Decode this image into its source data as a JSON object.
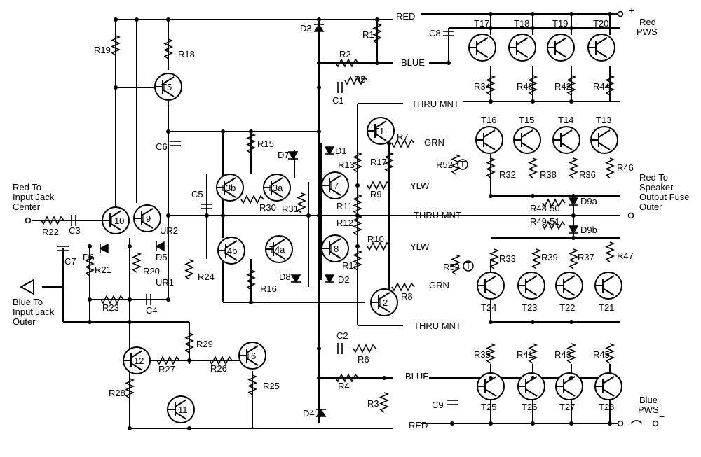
{
  "labels": {
    "red_pws": "Red",
    "red_pws2": "PWS",
    "blue_pws": "Blue",
    "blue_pws2": "PWS",
    "plus": "+",
    "minus": "−",
    "red_to_input_1": "Red To",
    "red_to_input_2": "Input Jack",
    "red_to_input_3": "Center",
    "blue_to_input_1": "Blue To",
    "blue_to_input_2": "Input Jack",
    "blue_to_input_3": "Outer",
    "red_to_spk_1": "Red To",
    "red_to_spk_2": "Speaker",
    "red_to_spk_3": "Output Fuse",
    "red_to_spk_4": "Outer"
  },
  "rails": {
    "red_top": "RED",
    "blue_top": "BLUE",
    "thru_mnt_1": "THRU MNT",
    "grn_top": "GRN",
    "ylw_top": "YLW",
    "thru_mnt_2": "THRU MNT",
    "ylw_bottom": "YLW",
    "grn_bottom": "GRN",
    "thru_mnt_3": "THRU MNT",
    "blue_bottom": "BLUE",
    "red_bottom": "RED"
  },
  "transistors": [
    "T5",
    "T10",
    "T9",
    "T3b",
    "T3a",
    "T4b",
    "T4a",
    "T7",
    "T8",
    "T1",
    "T2",
    "T12",
    "T11",
    "T6",
    "T17",
    "T18",
    "T19",
    "T20",
    "T16",
    "T15",
    "T14",
    "T13",
    "T24",
    "T23",
    "T22",
    "T21",
    "T25",
    "T26",
    "T27",
    "T28"
  ],
  "resistors": [
    "R19",
    "R18",
    "R1",
    "R2",
    "R5",
    "R15",
    "R13",
    "R17",
    "R7",
    "R9",
    "R11",
    "R12",
    "R10",
    "R14",
    "R8",
    "R30",
    "R31",
    "R16",
    "R22",
    "R21",
    "R20",
    "R23",
    "R24",
    "R29",
    "R27",
    "R26",
    "R28",
    "R25",
    "R6",
    "R4",
    "R3",
    "R34",
    "R40",
    "R42",
    "R44",
    "R52",
    "R32",
    "R38",
    "R36",
    "R46",
    "R48-50",
    "R49-51",
    "R53",
    "R33",
    "R39",
    "R37",
    "R47",
    "R35",
    "R41",
    "R43",
    "R45"
  ],
  "capacitors": [
    "C8",
    "C1",
    "C6",
    "C5",
    "C3",
    "C7",
    "C4",
    "C2",
    "C9"
  ],
  "diodes": [
    "D3",
    "D1",
    "D7",
    "D8",
    "D2",
    "D5",
    "D6",
    "D4",
    "D9a",
    "D9b"
  ],
  "other": [
    "UR2",
    "UR1"
  ]
}
